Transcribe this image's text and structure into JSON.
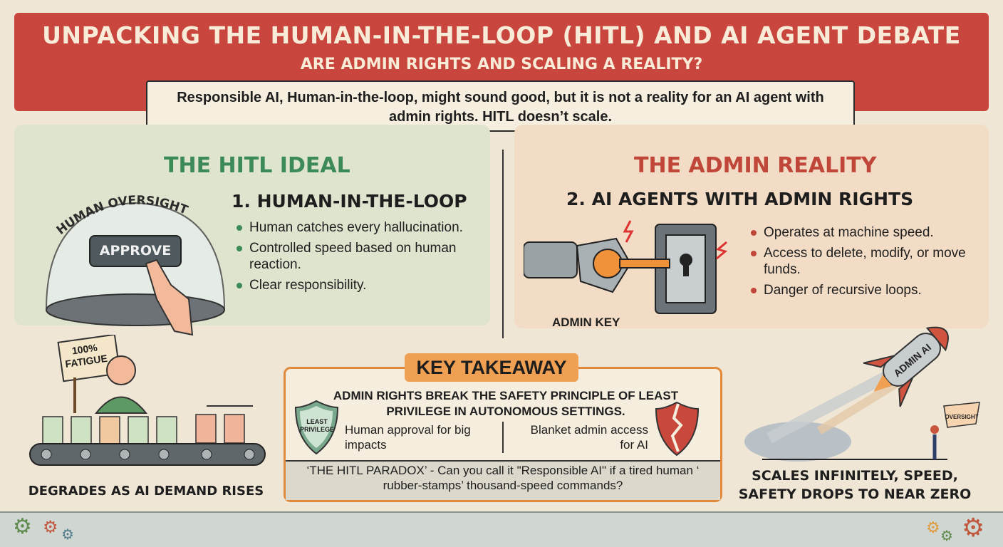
{
  "header": {
    "title": "UNPACKING THE HUMAN-IN-THE-LOOP (HITL) AND AI AGENT DEBATE",
    "subtitle": "ARE ADMIN RIGHTS AND SCALING A REALITY?",
    "ribbon_text": "Responsible AI, Human-in-the-loop, might sound good, but it is not a reality for an AI agent with admin rights. HITL doesn’t scale."
  },
  "left": {
    "heading": "THE HITL IDEAL",
    "dome_label": "HUMAN OVERSIGHT",
    "button_label": "APPROVE",
    "subheading": "1. HUMAN-IN-THE-LOOP",
    "bullets": [
      "Human catches every hallucination.",
      "Controlled speed based on human reaction.",
      "Clear responsibility."
    ],
    "color": "#3c8a57"
  },
  "right": {
    "heading": "THE ADMIN REALITY",
    "subheading": "2. AI AGENTS WITH ADMIN RIGHTS",
    "key_label": "ADMIN KEY",
    "bullets": [
      "Operates at machine speed.",
      "Access to delete, modify, or move funds.",
      "Danger of recursive loops."
    ],
    "color": "#c0463a"
  },
  "bottom_left": {
    "sign": "100% FATIGUE",
    "caption": "DEGRADES AS AI DEMAND RISES"
  },
  "takeaway": {
    "tag": "KEY TAKEAWAY",
    "main": "ADMIN RIGHTS BREAK THE SAFETY PRINCIPLE OF LEAST PRIVILEGE IN AUTONOMOUS SETTINGS.",
    "shield_label": "LEAST PRIVILEGE",
    "left_text": "Human approval for big impacts",
    "right_text": "Blanket admin access for AI",
    "paradox": "‘THE HITL PARADOX’ - Can you call it \"Responsible AI\" if a tired human ‘ rubber-stamps’ thousand-speed commands?"
  },
  "bottom_right": {
    "rocket_label": "ADMIN AI",
    "flag_label": "OVERSIGHT",
    "caption": "SCALES INFINITELY, SPEED, SAFETY DROPS TO NEAR ZERO"
  }
}
